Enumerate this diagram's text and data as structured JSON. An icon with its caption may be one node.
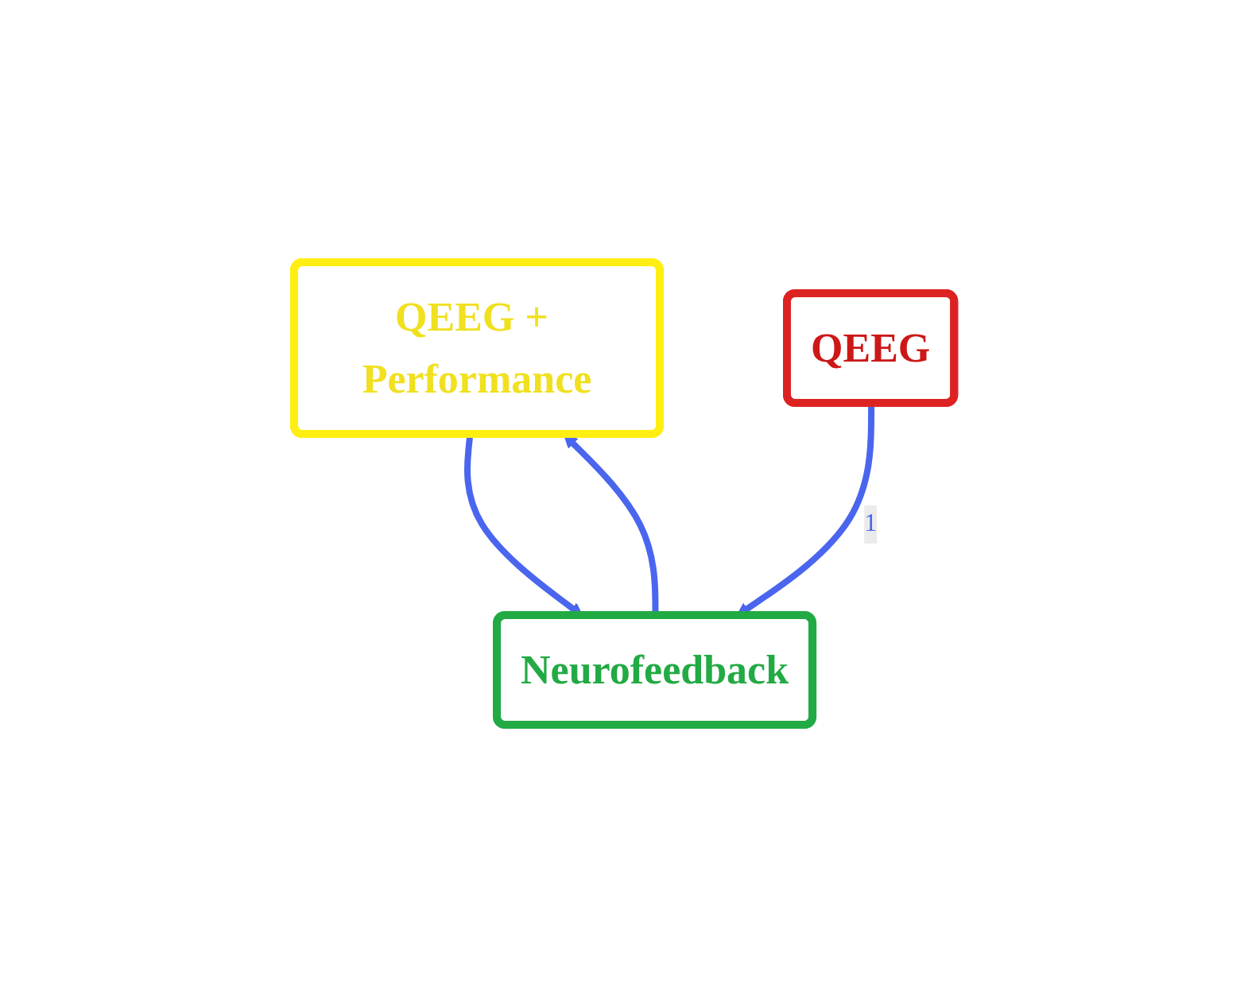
{
  "diagram": {
    "nodes": [
      {
        "text": [
          "QEEG + Performance"
        ]
      },
      {
        "text": [
          "QEEG"
        ]
      },
      {
        "text": [
          "Neurofeedback"
        ]
      }
    ],
    "edges": [
      {
        "from": 0,
        "to": 2,
        "arrow": "to"
      },
      {
        "from": 1,
        "to": 2,
        "arrow": "to",
        "label": "1"
      },
      {
        "from": 2,
        "to": 0,
        "arrow": "to"
      }
    ]
  }
}
